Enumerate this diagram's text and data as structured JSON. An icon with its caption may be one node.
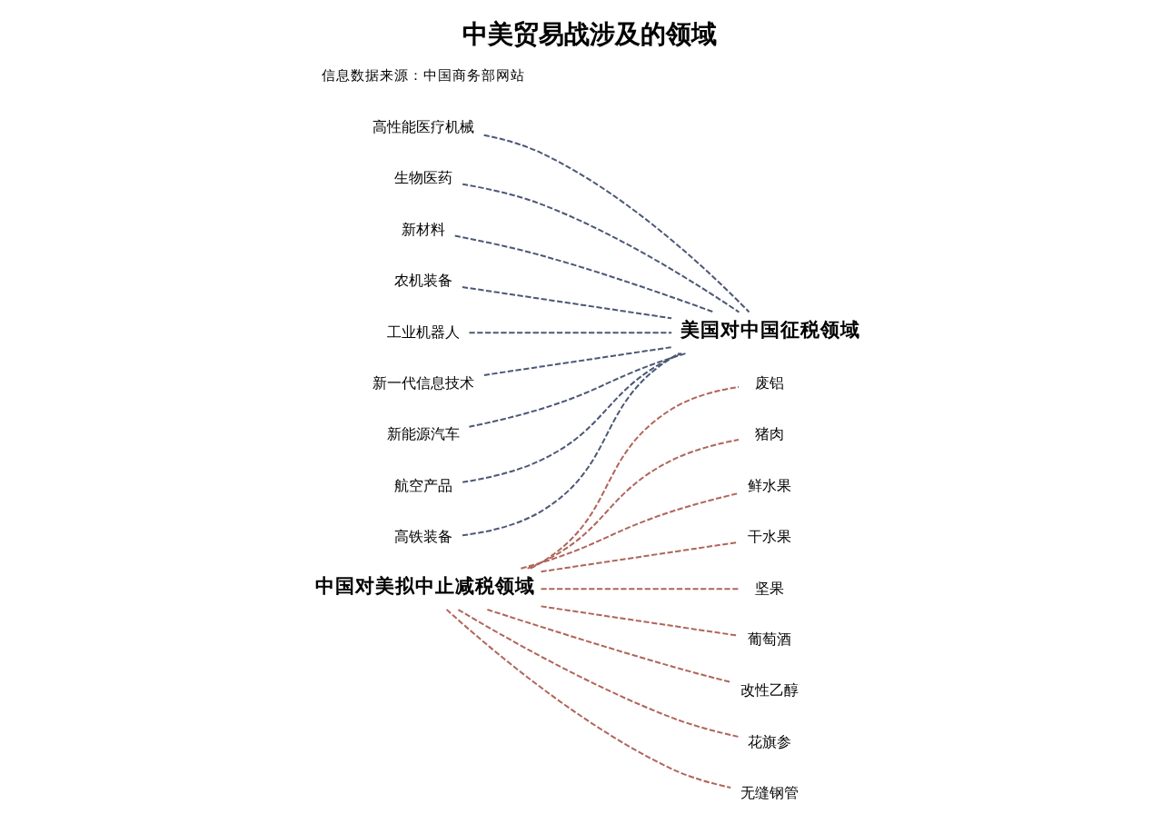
{
  "diagram": {
    "title": "中美贸易战涉及的领域",
    "nodes": [
      {
        "text": [
          "中国对美拟中止减税领域"
        ]
      },
      {
        "text": [
          "废铝"
        ]
      },
      {
        "text": [
          "猪肉"
        ]
      },
      {
        "text": [
          "鲜水果"
        ]
      },
      {
        "text": [
          "干水果"
        ]
      },
      {
        "text": [
          "坚果"
        ]
      },
      {
        "text": [
          "葡萄酒"
        ]
      },
      {
        "text": [
          "改性乙醇"
        ]
      },
      {
        "text": [
          "花旗参"
        ]
      },
      {
        "text": [
          "无缝钢管"
        ]
      },
      {
        "text": [
          "美国对中国征税领域"
        ]
      },
      {
        "text": [
          "高性能医疗机械"
        ]
      },
      {
        "text": [
          "生物医药"
        ]
      },
      {
        "text": [
          "新材料"
        ]
      },
      {
        "text": [
          "农机装备"
        ]
      },
      {
        "text": [
          "工业机器人"
        ]
      },
      {
        "text": [
          "新一代信息技术"
        ]
      },
      {
        "text": [
          "新能源汽车"
        ]
      },
      {
        "text": [
          "航空产品"
        ]
      },
      {
        "text": [
          "高铁装备"
        ]
      }
    ],
    "edges": [
      {
        "from": 0,
        "to": 1,
        "arrow": "none",
        "style": "dashed"
      },
      {
        "from": 0,
        "to": 2,
        "arrow": "none",
        "style": "dashed"
      },
      {
        "from": 0,
        "to": 3,
        "arrow": "none",
        "style": "dashed"
      },
      {
        "from": 0,
        "to": 4,
        "arrow": "none",
        "style": "dashed"
      },
      {
        "from": 0,
        "to": 5,
        "arrow": "none",
        "style": "dashed"
      },
      {
        "from": 0,
        "to": 6,
        "arrow": "none",
        "style": "dashed"
      },
      {
        "from": 0,
        "to": 7,
        "arrow": "none",
        "style": "dashed"
      },
      {
        "from": 0,
        "to": 8,
        "arrow": "none",
        "style": "dashed"
      },
      {
        "from": 0,
        "to": 9,
        "arrow": "none",
        "style": "dashed"
      },
      {
        "from": 11,
        "to": 10,
        "arrow": "none",
        "style": "dashed",
        "color": "#4b5877"
      },
      {
        "from": 12,
        "to": 10,
        "arrow": "none",
        "style": "dashed",
        "color": "#4b5877"
      },
      {
        "from": 13,
        "to": 10,
        "arrow": "none",
        "style": "dashed",
        "color": "#4b5877"
      },
      {
        "from": 14,
        "to": 10,
        "arrow": "none",
        "style": "dashed",
        "color": "#4b5877"
      },
      {
        "from": 15,
        "to": 10,
        "arrow": "none",
        "style": "dashed",
        "color": "#4b5877"
      },
      {
        "from": 16,
        "to": 10,
        "arrow": "none",
        "style": "dashed",
        "color": "#4b5877"
      },
      {
        "from": 17,
        "to": 10,
        "arrow": "none",
        "style": "dashed",
        "color": "#4b5877"
      },
      {
        "from": 18,
        "to": 10,
        "arrow": "none",
        "style": "dashed",
        "color": "#4b5877"
      },
      {
        "from": 19,
        "to": 10,
        "arrow": "none",
        "style": "dashed",
        "color": "#4b5877"
      }
    ],
    "labels": [
      "信息数据来源：中国商务部网站"
    ]
  }
}
